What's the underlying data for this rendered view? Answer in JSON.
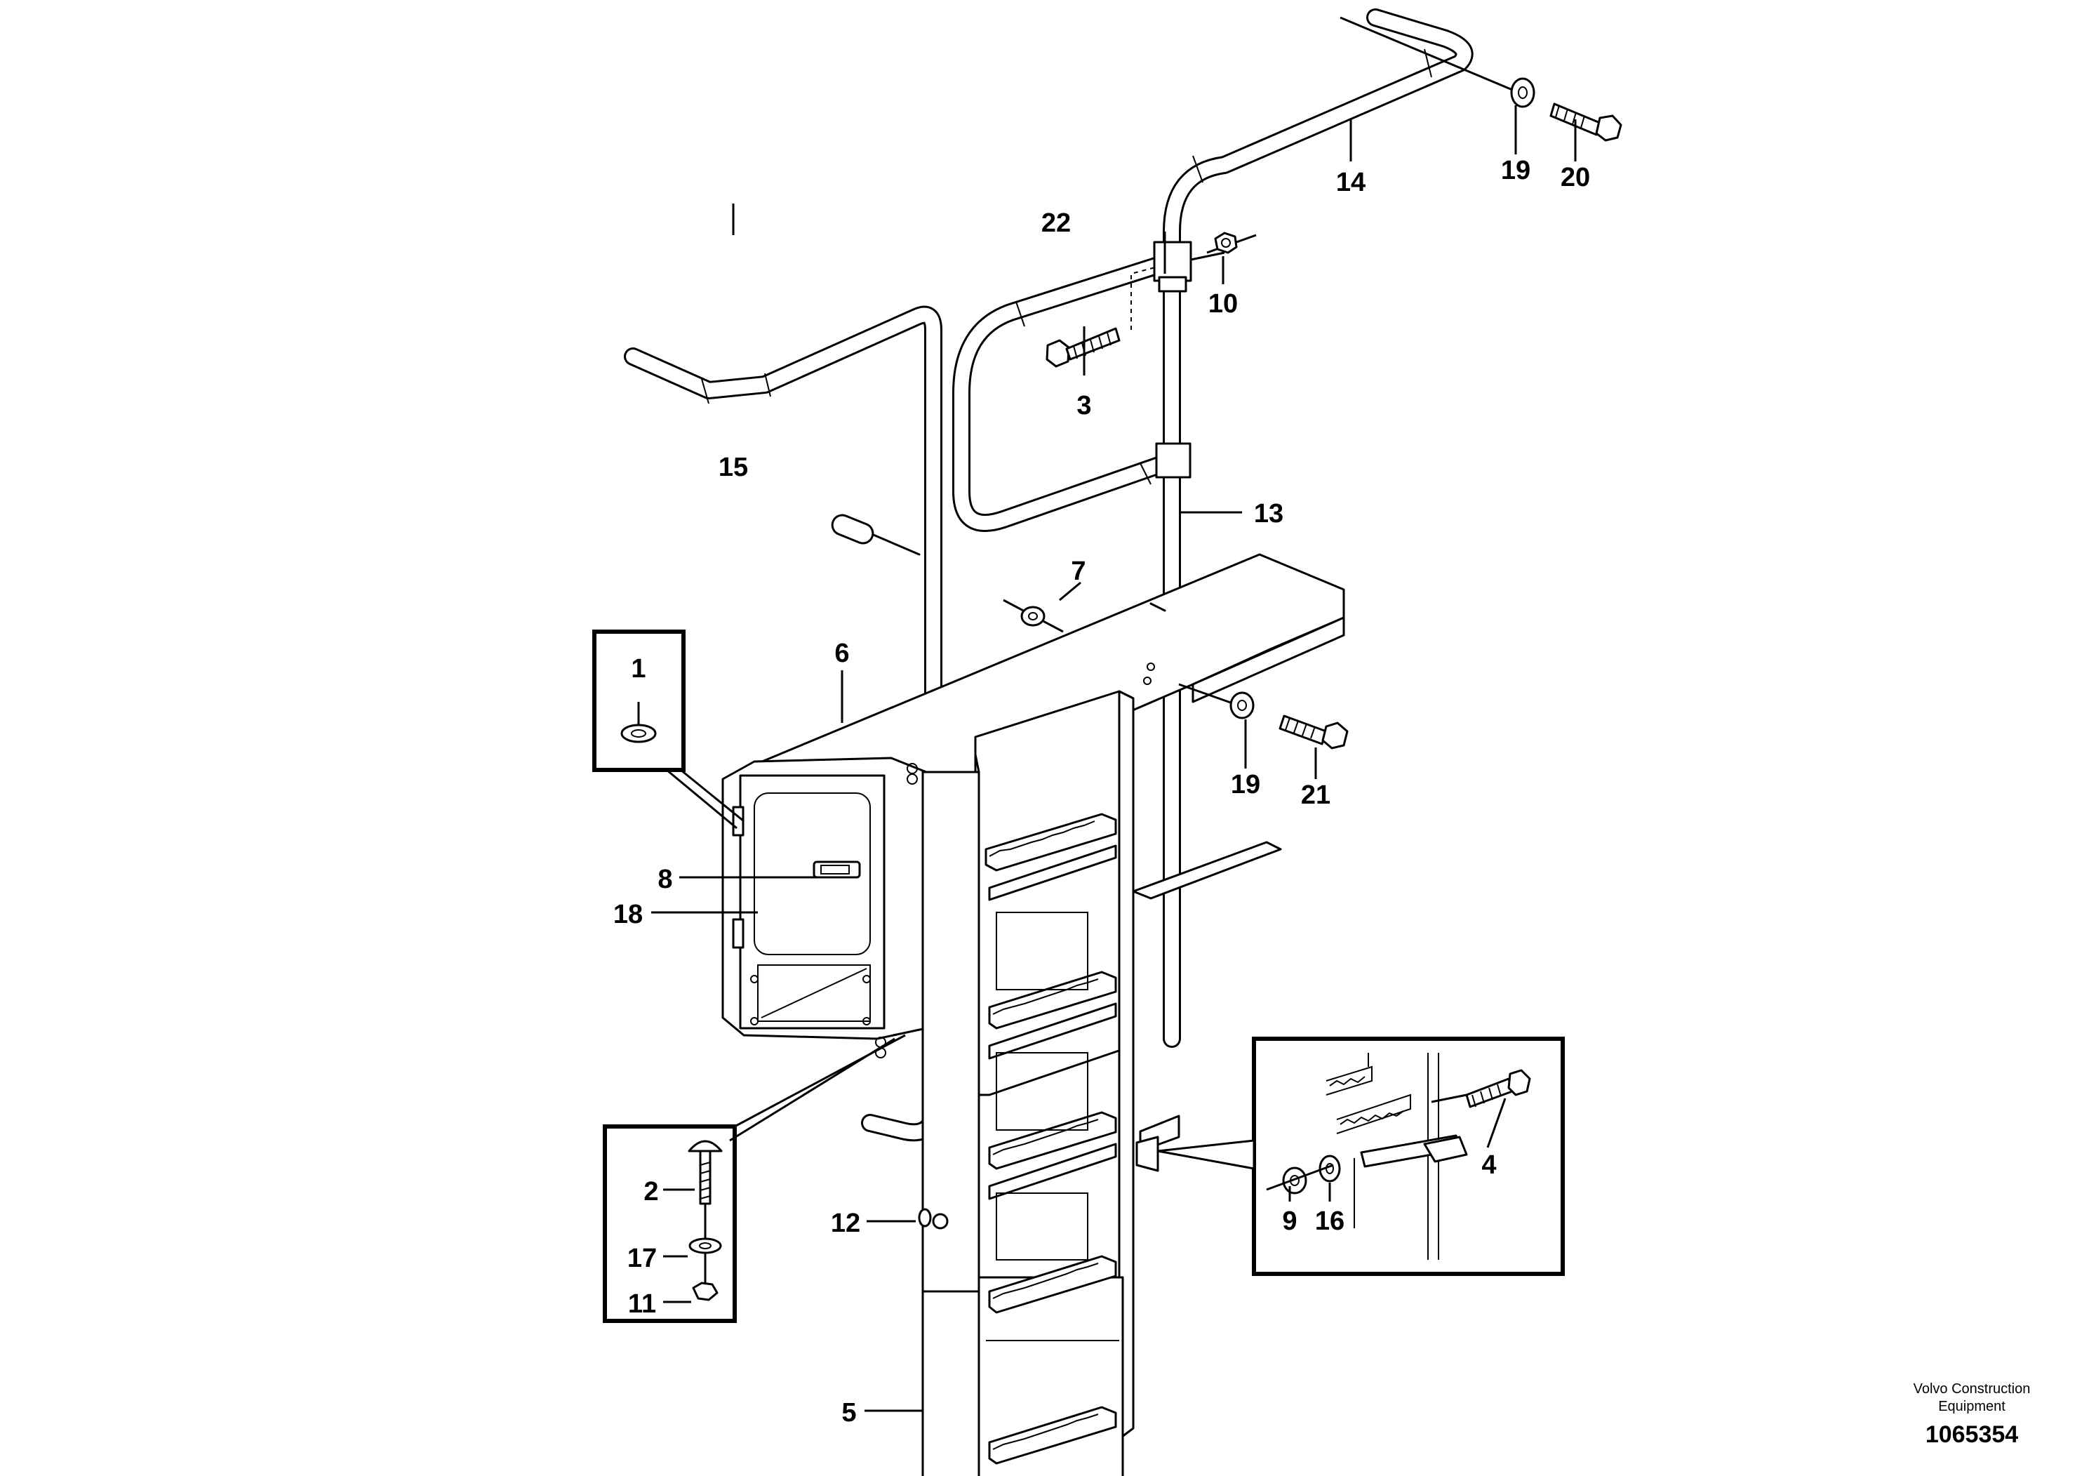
{
  "callouts": {
    "c1": "1",
    "c2": "2",
    "c3": "3",
    "c4": "4",
    "c5": "5",
    "c6": "6",
    "c7": "7",
    "c8": "8",
    "c9": "9",
    "c10": "10",
    "c11": "11",
    "c12": "12",
    "c13": "13",
    "c14": "14",
    "c15": "15",
    "c16": "16",
    "c17": "17",
    "c18": "18",
    "c19a": "19",
    "c19b": "19",
    "c20": "20",
    "c21": "21",
    "c22": "22"
  },
  "branding": {
    "line1": "Volvo Construction",
    "line2": "Equipment",
    "doc_number": "1065354"
  }
}
